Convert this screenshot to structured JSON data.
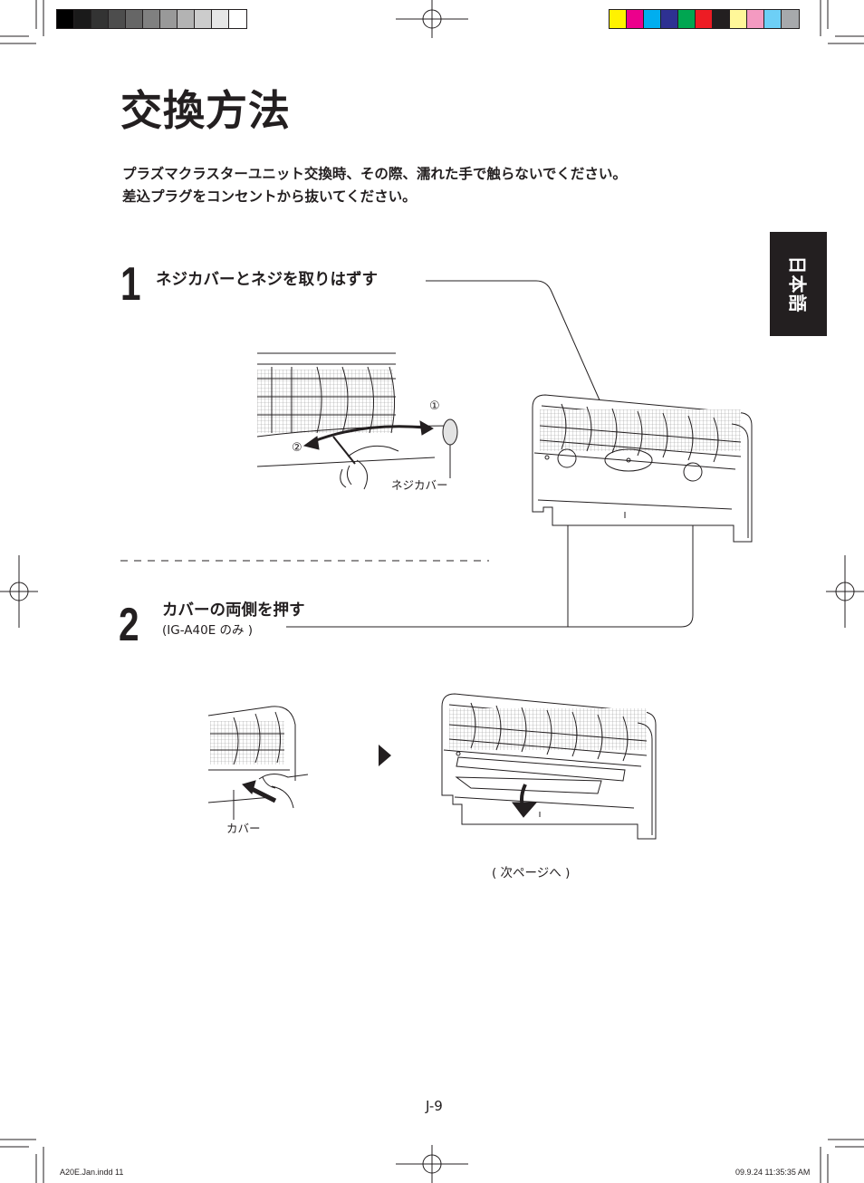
{
  "title": "交換方法",
  "warning_lines": [
    "プラズマクラスターユニット交換時、その際、濡れた手で触らないでください。",
    "差込プラグをコンセントから抜いてください。"
  ],
  "language_tab": "日本語",
  "steps": [
    {
      "number": "1",
      "title": "ネジカバーとネジを取りはずす"
    },
    {
      "number": "2",
      "title": "カバーの両側を押す",
      "note": "(IG-A40E のみ )"
    }
  ],
  "callouts": {
    "circle_1": "①",
    "circle_2": "②",
    "screw_cover": "ネジカバー",
    "cover": "カバー"
  },
  "next_page": "( 次ページへ )",
  "page_number": "J-9",
  "slug_left": "A20E.Jan.indd   11",
  "slug_right": "09.9.24   11:35:35 AM",
  "colors": {
    "ink": "#231f20",
    "gray_swatches": [
      "#000000",
      "#1a1a1a",
      "#333333",
      "#4d4d4d",
      "#666666",
      "#808080",
      "#999999",
      "#b3b3b3",
      "#cccccc",
      "#e6e6e6",
      "#ffffff"
    ],
    "color_swatches": [
      "#fff200",
      "#ec008c",
      "#00aeef",
      "#2e3192",
      "#00a651",
      "#ed1c24",
      "#231f20",
      "#fff799",
      "#f49ac1",
      "#6dcff6",
      "#a7a9ac"
    ]
  }
}
